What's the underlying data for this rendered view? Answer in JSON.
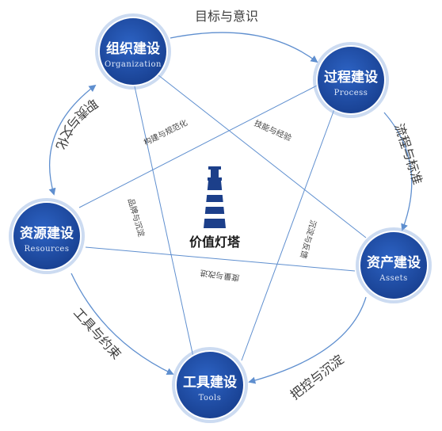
{
  "nodes": {
    "organization": {
      "title": "组织建设",
      "subtitle": "Organization"
    },
    "process": {
      "title": "过程建设",
      "subtitle": "Process"
    },
    "assets": {
      "title": "资产建设",
      "subtitle": "Assets"
    },
    "tools": {
      "title": "工具建设",
      "subtitle": "Tools"
    },
    "resources": {
      "title": "资源建设",
      "subtitle": "Resources"
    }
  },
  "center": {
    "label": "价值灯塔",
    "icon": "lighthouse-icon"
  },
  "arc_labels": {
    "org_to_process": "目标与意识",
    "process_to_assets": "流程与标准",
    "assets_to_tools": "把控与沉淀",
    "resources_to_tools": "工具与约束",
    "resources_org": "职责与文化"
  },
  "line_labels": {
    "resources_process": "构建与规范化",
    "org_assets": "技能与经验",
    "org_tools": "品牌与沉淀",
    "process_tools": "沉淀与反馈",
    "resources_assets": "度量与改进"
  },
  "colors": {
    "node": "#1f4fa8",
    "node_ring": "#8fb0e0",
    "line": "#5f8fcf",
    "lighthouse_dark": "#1c3f8a",
    "lighthouse_light": "#ffffff"
  }
}
